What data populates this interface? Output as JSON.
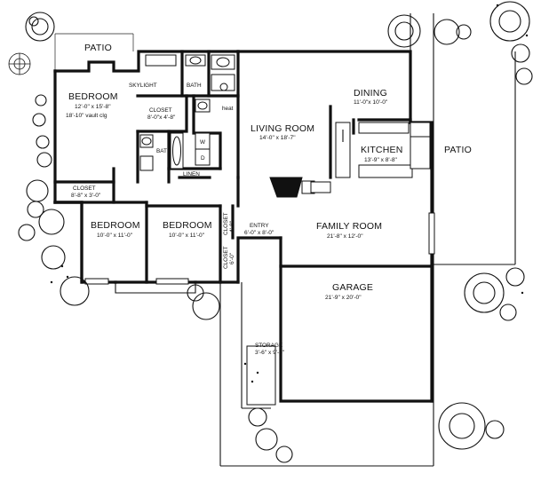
{
  "rooms": {
    "patio_top": {
      "name": "PATIO"
    },
    "bedroom_master": {
      "name": "BEDROOM",
      "dim": "12'-0\" x 15'-8\"",
      "note": "18'-10\" vault clg"
    },
    "skylight": {
      "name": "SKYLIGHT"
    },
    "bath_top": {
      "name": "BATH"
    },
    "heat": {
      "name": "heat"
    },
    "closet_master": {
      "name": "CLOSET",
      "dim": "8'-0\"x 4'-8\""
    },
    "bath_mid": {
      "name": "BATH"
    },
    "washer": {
      "name": "W"
    },
    "dryer": {
      "name": "D"
    },
    "linen": {
      "name": "LINEN"
    },
    "closet_hall": {
      "name": "CLOSET",
      "dim": "8'-8\" x 3'-0\""
    },
    "living": {
      "name": "LIVING ROOM",
      "dim": "14'-0\" x 18'-7\""
    },
    "dining": {
      "name": "DINING",
      "dim": "11'-0\"x 10'-0\""
    },
    "kitchen": {
      "name": "KITCHEN",
      "dim": "13'-9\" x 8'-8\""
    },
    "patio_right": {
      "name": "PATIO"
    },
    "bedroom_2": {
      "name": "BEDROOM",
      "dim": "10'-0\" x 11'-0\""
    },
    "bedroom_3": {
      "name": "BEDROOM",
      "dim": "10'-0\" x 11'-0\""
    },
    "closet_v1": {
      "name": "CLOSET",
      "dim": "4'-8\""
    },
    "closet_v2": {
      "name": "CLOSET",
      "dim": "6'-0\""
    },
    "entry": {
      "name": "ENTRY",
      "dim": "6'-0\" x 8'-0\""
    },
    "family": {
      "name": "FAMILY ROOM",
      "dim": "21'-8\" x 12'-0\""
    },
    "garage": {
      "name": "GARAGE",
      "dim": "21'-9\" x 20'-0\""
    },
    "storage": {
      "name": "STORAGE",
      "dim": "3'-6\" x 9'-3\""
    }
  }
}
